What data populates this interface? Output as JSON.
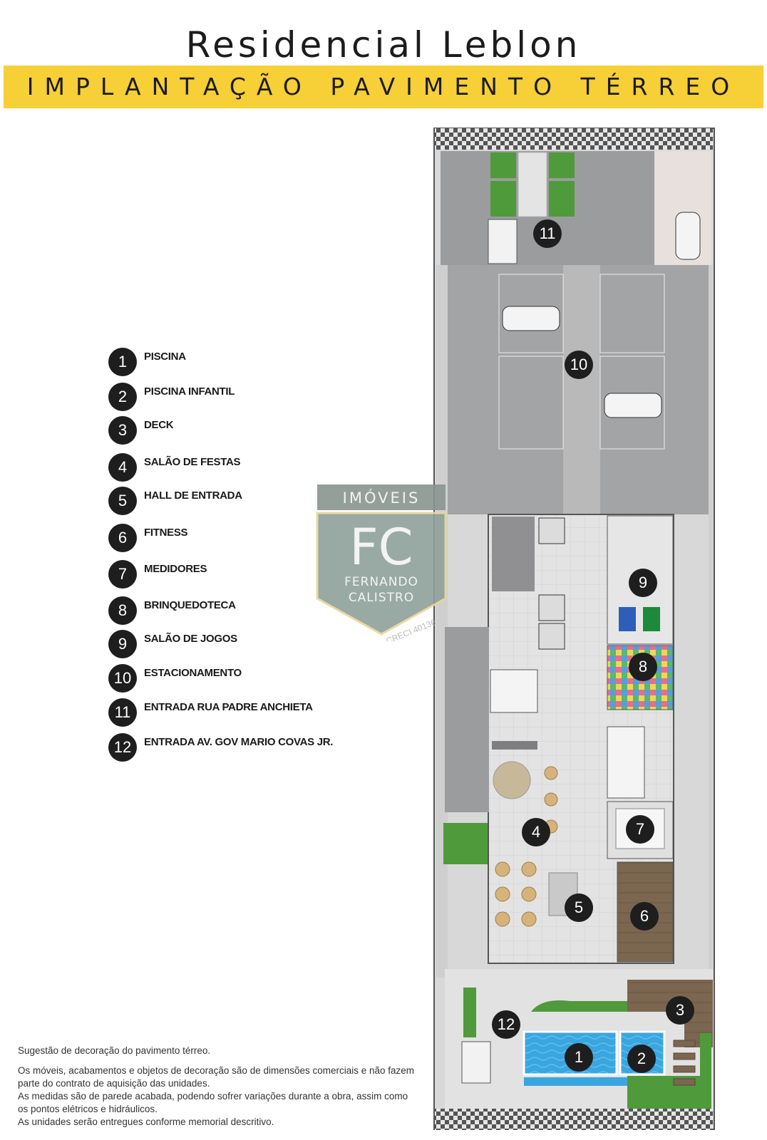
{
  "title": "Residencial Leblon",
  "subtitle": "IMPLANTAÇÃO PAVIMENTO TÉRREO",
  "legend": [
    {
      "num": "1",
      "label": "PISCINA"
    },
    {
      "num": "2",
      "label": "PISCINA INFANTIL"
    },
    {
      "num": "3",
      "label": "DECK"
    },
    {
      "num": "4",
      "label": "SALÃO DE FESTAS"
    },
    {
      "num": "5",
      "label": "HALL DE ENTRADA"
    },
    {
      "num": "6",
      "label": "FITNESS"
    },
    {
      "num": "7",
      "label": "MEDIDORES"
    },
    {
      "num": "8",
      "label": "BRINQUEDOTECA"
    },
    {
      "num": "9",
      "label": "SALÃO DE JOGOS"
    },
    {
      "num": "10",
      "label": "ESTACIONAMENTO"
    },
    {
      "num": "11",
      "label": "ENTRADA RUA PADRE ANCHIETA"
    },
    {
      "num": "12",
      "label": "ENTRADA AV. GOV MARIO COVAS JR."
    }
  ],
  "watermark": {
    "top": "IMÓVEIS",
    "initials": "FC",
    "name_line1": "FERNANDO",
    "name_line2": "CALISTRO",
    "creci": "CRECI 40136"
  },
  "footnote": {
    "line1": "Sugestão de decoração do pavimento térreo.",
    "line2": "Os móveis, acabamentos e objetos de decoração são de dimensões comerciais e não fazem parte do contrato de aquisição das unidades.",
    "line3": "As medidas são de parede acabada, podendo sofrer variações durante a obra, assim como os pontos elétricos e hidráulicos.",
    "line4": "As unidades serão entregues conforme memorial descritivo."
  },
  "colors": {
    "banner": "#f7cf36",
    "marker": "#1e1e1e",
    "pavement": "#9fa0a2",
    "grass": "#4f9a3a",
    "pool": "#3ba4de",
    "deck": "#8a7058",
    "watermark": "#8fa19b"
  }
}
